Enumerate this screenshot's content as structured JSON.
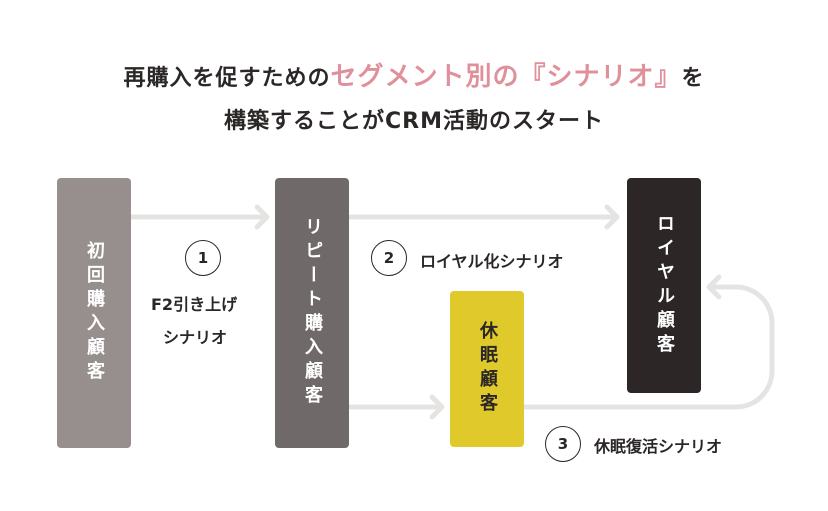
{
  "heading": {
    "line1_prefix": "再購入を促すための",
    "line1_accent": "セグメント別の『シナリオ』",
    "line1_suffix": "を",
    "line2": "構築することがCRM活動のスタート",
    "accent_color": "#e0909b"
  },
  "segments": {
    "first": {
      "label": "初回購入顧客",
      "color": "#968f8d"
    },
    "repeat": {
      "label": "リピート購入顧客",
      "color": "#6f6a69"
    },
    "dormant": {
      "label": "休眠顧客",
      "color": "#e0c92a"
    },
    "loyal": {
      "label": "ロイヤル顧客",
      "color": "#2d2626"
    }
  },
  "scenarios": [
    {
      "number": "1",
      "line1": "F2引き上げ",
      "line2": "シナリオ"
    },
    {
      "number": "2",
      "label": "ロイヤル化シナリオ"
    },
    {
      "number": "3",
      "label": "休眠復活シナリオ"
    }
  ],
  "arrow_color": "#e6e4e3"
}
